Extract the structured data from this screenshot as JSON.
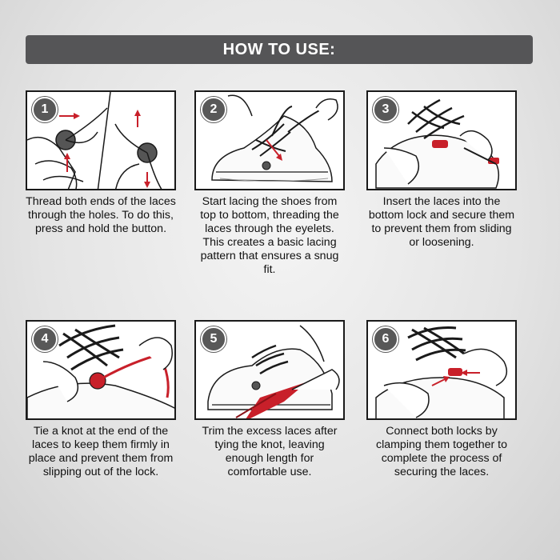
{
  "header": {
    "title": "HOW TO USE:"
  },
  "steps": [
    {
      "number": "1",
      "text": "Thread both ends of the laces through the holes. To do this, press and hold the button."
    },
    {
      "number": "2",
      "text": "Start lacing the shoes from top to bottom, threading the laces through the eyelets. This creates a basic lacing pattern that ensures a snug fit."
    },
    {
      "number": "3",
      "text": "Insert the laces into the bottom lock and secure them to prevent them from sliding or loosening."
    },
    {
      "number": "4",
      "text": "Tie a knot at the end of the laces to keep them firmly in place and prevent them from slipping out of the lock."
    },
    {
      "number": "5",
      "text": "Trim the excess laces after tying the knot, leaving enough length for comfortable use."
    },
    {
      "number": "6",
      "text": "Connect both locks by clamping them together to complete the process of securing the laces."
    }
  ],
  "colors": {
    "accent": "#c8202a",
    "header_bg": "#555557",
    "lace": "#1a1a1a"
  }
}
